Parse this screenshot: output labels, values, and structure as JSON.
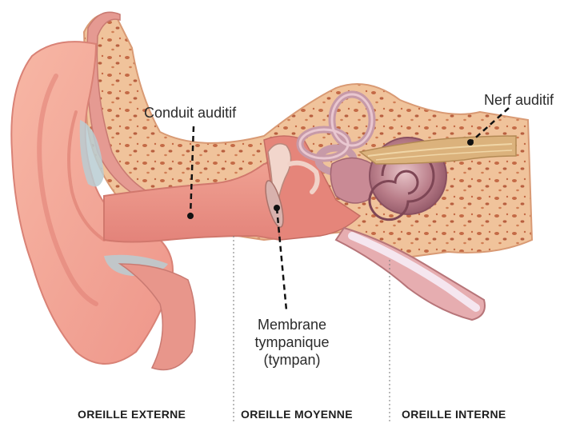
{
  "labels": {
    "conduit_auditif": "Conduit auditif",
    "nerf_auditif": "Nerf auditif",
    "membrane_line1": "Membrane",
    "membrane_line2": "tympanique",
    "membrane_line3": "(tympan)"
  },
  "sections": {
    "externe": "OREILLE EXTERNE",
    "moyenne": "OREILLE MOYENNE",
    "interne": "OREILLE INTERNE"
  },
  "colors": {
    "skin": "#f4a99a",
    "skin_dark": "#e07f74",
    "bone": "#f1c39a",
    "bone_dots": "#c8704a",
    "canal": "#e9897e",
    "cochlea": "#b87a86",
    "canals": "#c99aa9",
    "nerve": "#d9b27a"
  }
}
